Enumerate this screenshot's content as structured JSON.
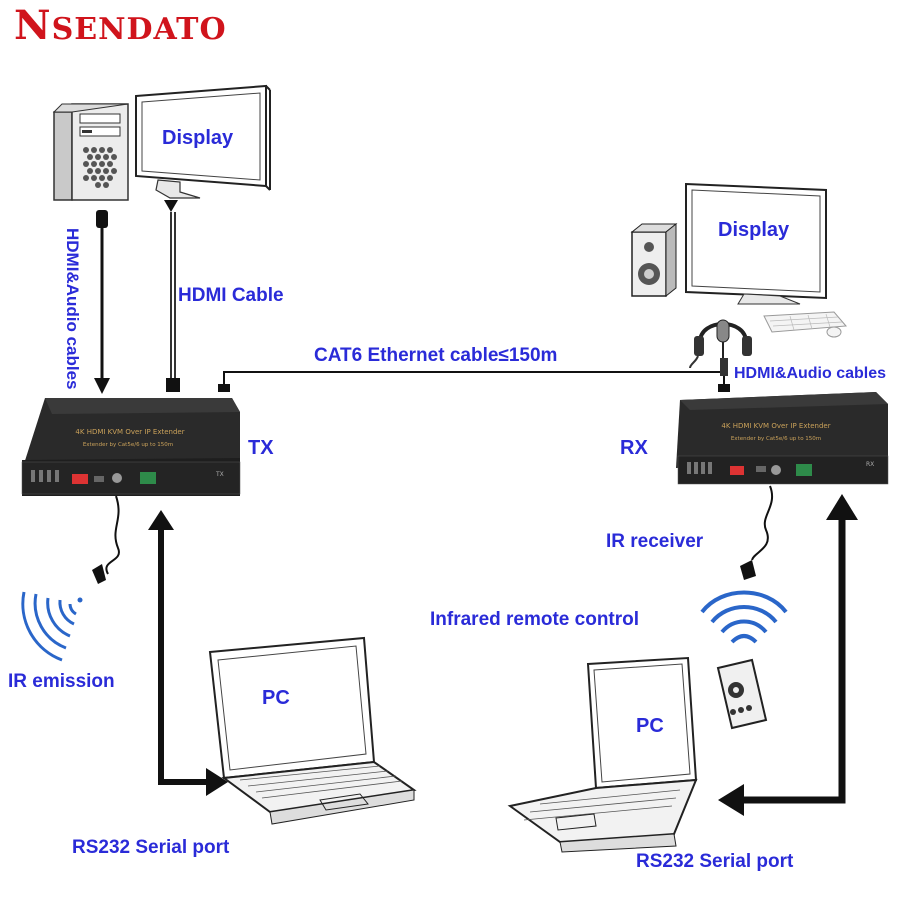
{
  "brand": {
    "name": "Nsendato",
    "color": "#d0141c"
  },
  "label_color": "#2a2bd8",
  "labels": {
    "display_tx": "Display",
    "display_rx": "Display",
    "hdmi_audio_tx": "HDMI&Audio cables",
    "hdmi_cable": "HDMI Cable",
    "cat6": "CAT6 Ethernet cable≤150m",
    "hdmi_audio_rx": "HDMI&Audio cables",
    "tx": "TX",
    "rx": "RX",
    "ir_receiver": "IR receiver",
    "ir_emission": "IR emission",
    "infrared_remote": "Infrared remote control",
    "pc_tx": "PC",
    "pc_rx": "PC",
    "rs232_tx": "RS232 Serial port",
    "rs232_rx": "RS232 Serial port"
  },
  "devices": {
    "tx_box": {
      "title": "4K HDMI KVM Over IP Extender",
      "subtitle": "Extender by Cat5e/6 up to 150m",
      "tag": "TX"
    },
    "rx_box": {
      "title": "4K HDMI KVM Over IP Extender",
      "subtitle": "Extender by Cat5e/6 up to 150m",
      "tag": "RX"
    }
  },
  "icons": [
    "computer-tower-icon",
    "monitor-icon",
    "speaker-icon",
    "headphones-icon",
    "microphone-icon",
    "keyboard-icon",
    "mouse-icon",
    "laptop-icon",
    "remote-control-icon",
    "wifi-signal-icon",
    "ir-wave-icon"
  ]
}
